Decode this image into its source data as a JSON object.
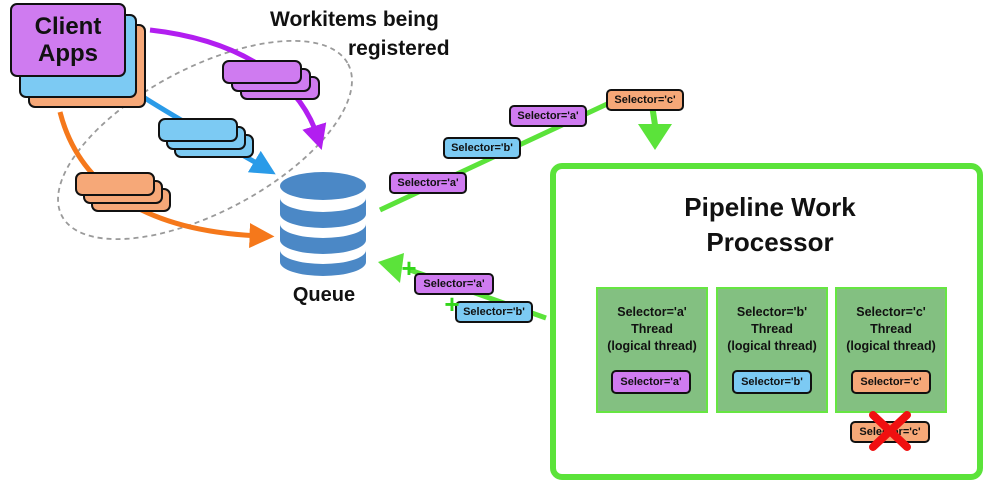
{
  "client_apps": {
    "label": "Client Apps"
  },
  "workitems_caption": {
    "line1": "Workitems being",
    "line2": "registered"
  },
  "queue": {
    "label": "Queue"
  },
  "incoming_items": [
    {
      "label": "Selector='a'",
      "color": "purple"
    },
    {
      "label": "Selector='b'",
      "color": "blue"
    },
    {
      "label": "Selector='a'",
      "color": "purple"
    },
    {
      "label": "Selector='c'",
      "color": "orange"
    }
  ],
  "returning_items": [
    {
      "label": "Selector='a'",
      "color": "purple"
    },
    {
      "label": "Selector='b'",
      "color": "blue"
    }
  ],
  "processor": {
    "title_line1": "Pipeline Work",
    "title_line2": "Processor",
    "threads": [
      {
        "line1": "Selector='a'",
        "line2": "Thread",
        "line3": "(logical thread)",
        "item": "Selector='a'",
        "color": "purple"
      },
      {
        "line1": "Selector='b'",
        "line2": "Thread",
        "line3": "(logical thread)",
        "item": "Selector='b'",
        "color": "blue"
      },
      {
        "line1": "Selector='c'",
        "line2": "Thread",
        "line3": "(logical thread)",
        "item": "Selector='c'",
        "color": "orange"
      }
    ],
    "rejected_item": {
      "label": "Selector='c'",
      "color": "orange"
    }
  },
  "colors": {
    "purple": "#cf7bf0",
    "blue": "#7ccaf3",
    "orange": "#f6a878",
    "green": "#5be33a",
    "purple_arrow": "#b21ef0",
    "blue_arrow": "#2a9be8",
    "orange_arrow": "#f5781b",
    "queue_blue": "#4b88c6",
    "reject_red": "#f01010"
  }
}
